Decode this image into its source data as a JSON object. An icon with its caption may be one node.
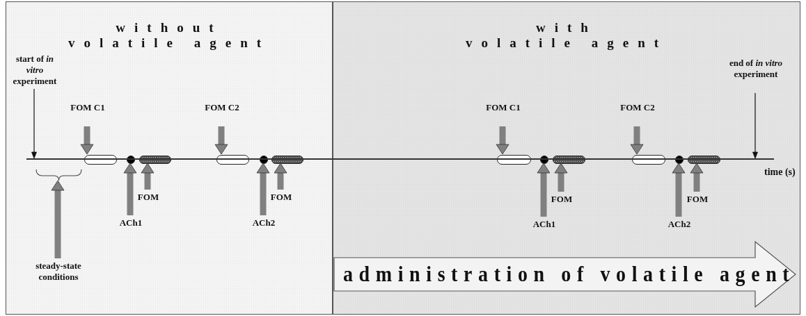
{
  "diagram": {
    "nodes": [
      {
        "text": [
          "without volatile agent"
        ]
      },
      {
        "text": [
          "start of *in vitro* experiment"
        ],
        "in": 0
      },
      {
        "text": [
          "FOM C1"
        ],
        "in": 0
      },
      {
        "text": [],
        "shape": "ellipse",
        "in": 0
      },
      {
        "text": [],
        "shape": "circle",
        "in": 0
      },
      {
        "text": [],
        "shape": "ellipse",
        "in": 0
      },
      {
        "text": [
          "FOM C2"
        ],
        "in": 0
      },
      {
        "text": [],
        "shape": "ellipse",
        "in": 0
      },
      {
        "text": [],
        "shape": "circle",
        "in": 0
      },
      {
        "text": [],
        "shape": "ellipse",
        "in": 0
      },
      {
        "text": [
          "ACh1"
        ],
        "in": 0
      },
      {
        "text": [
          "FOM"
        ],
        "in": 0
      },
      {
        "text": [
          "ACh2"
        ],
        "in": 0
      },
      {
        "text": [
          "FOM"
        ],
        "in": 0
      },
      {
        "text": [
          "steady-state conditions"
        ],
        "in": 0
      },
      {
        "text": [
          "with volatile agent"
        ]
      },
      {
        "text": [
          "end of *in vitro* experiment"
        ],
        "in": 15
      },
      {
        "text": [
          "FOM C1"
        ],
        "in": 15
      },
      {
        "text": [],
        "shape": "ellipse",
        "in": 15
      },
      {
        "text": [],
        "shape": "circle",
        "in": 15
      },
      {
        "text": [],
        "shape": "ellipse",
        "in": 15
      },
      {
        "text": [
          "FOM C2"
        ],
        "in": 15
      },
      {
        "text": [],
        "shape": "ellipse",
        "in": 15
      },
      {
        "text": [],
        "shape": "circle",
        "in": 15
      },
      {
        "text": [],
        "shape": "ellipse",
        "in": 15
      },
      {
        "text": [
          "ACh1"
        ],
        "in": 15
      },
      {
        "text": [
          "FOM"
        ],
        "in": 15
      },
      {
        "text": [
          "ACh2"
        ],
        "in": 15
      },
      {
        "text": [
          "FOM"
        ],
        "in": 15
      },
      {
        "text": [
          "administration of volatile agent"
        ],
        "in": 15
      },
      {
        "text": [],
        "shape": "line"
      },
      {
        "text": [],
        "shape": "brace",
        "in": 0
      }
    ],
    "edges": [
      {
        "from": 1,
        "to": 30,
        "arrow": "to",
        "color": "#111111"
      },
      {
        "from": 2,
        "to": 3,
        "arrow": "to"
      },
      {
        "from": 6,
        "to": 7,
        "arrow": "to"
      },
      {
        "from": 10,
        "to": 4,
        "arrow": "to"
      },
      {
        "from": 11,
        "to": 5,
        "arrow": "to"
      },
      {
        "from": 12,
        "to": 8,
        "arrow": "to"
      },
      {
        "from": 13,
        "to": 9,
        "arrow": "to"
      },
      {
        "from": 14,
        "to": 31,
        "arrow": "to"
      },
      {
        "from": 16,
        "to": 30,
        "arrow": "to",
        "color": "#111111"
      },
      {
        "from": 17,
        "to": 18,
        "arrow": "to"
      },
      {
        "from": 21,
        "to": 22,
        "arrow": "to"
      },
      {
        "from": 25,
        "to": 19,
        "arrow": "to"
      },
      {
        "from": 26,
        "to": 20,
        "arrow": "to"
      },
      {
        "from": 27,
        "to": 23,
        "arrow": "to"
      },
      {
        "from": 28,
        "to": 24,
        "arrow": "to"
      }
    ],
    "labels": [
      "time (s)"
    ]
  }
}
